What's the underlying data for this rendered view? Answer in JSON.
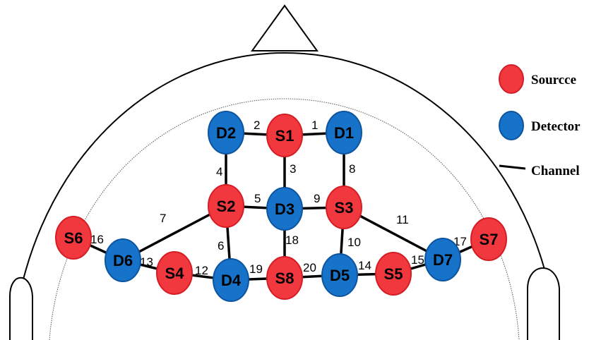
{
  "diagram": {
    "optodes": [
      {
        "id": "S1",
        "type": "source"
      },
      {
        "id": "S2",
        "type": "source"
      },
      {
        "id": "S3",
        "type": "source"
      },
      {
        "id": "S4",
        "type": "source"
      },
      {
        "id": "S5",
        "type": "source"
      },
      {
        "id": "S6",
        "type": "source"
      },
      {
        "id": "S7",
        "type": "source"
      },
      {
        "id": "S8",
        "type": "source"
      },
      {
        "id": "D1",
        "type": "detector"
      },
      {
        "id": "D2",
        "type": "detector"
      },
      {
        "id": "D3",
        "type": "detector"
      },
      {
        "id": "D4",
        "type": "detector"
      },
      {
        "id": "D5",
        "type": "detector"
      },
      {
        "id": "D6",
        "type": "detector"
      },
      {
        "id": "D7",
        "type": "detector"
      }
    ],
    "channels": [
      {
        "label": "1",
        "from": "S1",
        "to": "D1"
      },
      {
        "label": "2",
        "from": "D2",
        "to": "S1"
      },
      {
        "label": "3",
        "from": "S1",
        "to": "D3"
      },
      {
        "label": "4",
        "from": "D2",
        "to": "S2"
      },
      {
        "label": "5",
        "from": "S2",
        "to": "D3"
      },
      {
        "label": "6",
        "from": "S2",
        "to": "D4"
      },
      {
        "label": "7",
        "from": "S2",
        "to": "D6"
      },
      {
        "label": "8",
        "from": "D1",
        "to": "S3"
      },
      {
        "label": "9",
        "from": "D3",
        "to": "S3"
      },
      {
        "label": "10",
        "from": "S3",
        "to": "D5"
      },
      {
        "label": "11",
        "from": "S3",
        "to": "D7"
      },
      {
        "label": "12",
        "from": "S4",
        "to": "D4"
      },
      {
        "label": "13",
        "from": "D6",
        "to": "S4"
      },
      {
        "label": "14",
        "from": "D5",
        "to": "S5"
      },
      {
        "label": "15",
        "from": "S5",
        "to": "D7"
      },
      {
        "label": "16",
        "from": "S6",
        "to": "D6"
      },
      {
        "label": "17",
        "from": "D7",
        "to": "S7"
      },
      {
        "label": "18",
        "from": "D3",
        "to": "S8"
      },
      {
        "label": "19",
        "from": "D4",
        "to": "S8"
      },
      {
        "label": "20",
        "from": "S8",
        "to": "D5"
      }
    ]
  },
  "legend": {
    "source": "Sourcce",
    "detector": "Detector",
    "channel": "Channel"
  },
  "colors": {
    "source_fill": "#f2383f",
    "source_stroke": "#d41d24",
    "detector_fill": "#1673c9",
    "detector_stroke": "#0c55a0",
    "line": "#000000"
  }
}
